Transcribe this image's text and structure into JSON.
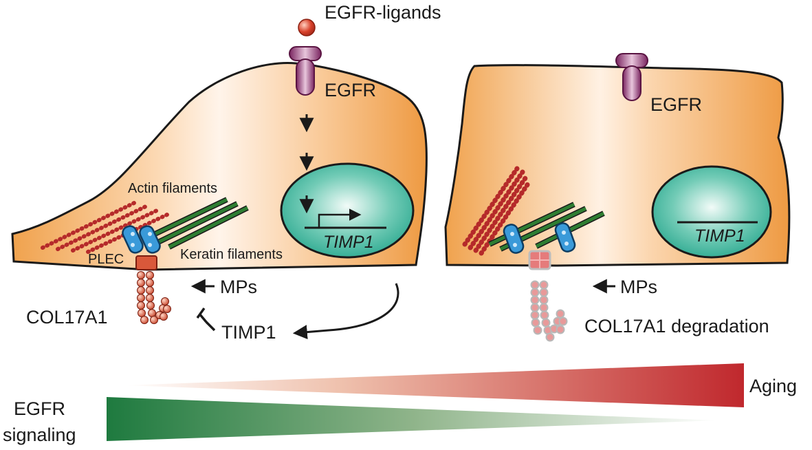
{
  "labels": {
    "egfr_ligands": "EGFR-ligands",
    "egfr_left": "EGFR",
    "egfr_right": "EGFR",
    "actin_filaments": "Actin filaments",
    "keratin_filaments": "Keratin filaments",
    "plec": "PLEC",
    "timp1_gene_left": "TIMP1",
    "timp1_gene_right": "TIMP1",
    "mps_left": "MPs",
    "mps_right": "MPs",
    "timp1_protein": "TIMP1",
    "col17a1": "COL17A1",
    "col17a1_degradation": "COL17A1 degradation",
    "aging": "Aging",
    "egfr_signaling_line1": "EGFR",
    "egfr_signaling_line2": "signaling"
  },
  "colors": {
    "cell_orange": "#f0a450",
    "cell_light": "#fde9d4",
    "nucleus": "#3fb7a0",
    "receptor": "#8e2f6e",
    "ligand": "#d8412b",
    "actin": "#b52a2a",
    "keratin": "#2e7d32",
    "plec": "#3a9ad9",
    "collagen": "#d9583a",
    "aging_red": "#c0282d",
    "signaling_green": "#1e7a3f"
  }
}
